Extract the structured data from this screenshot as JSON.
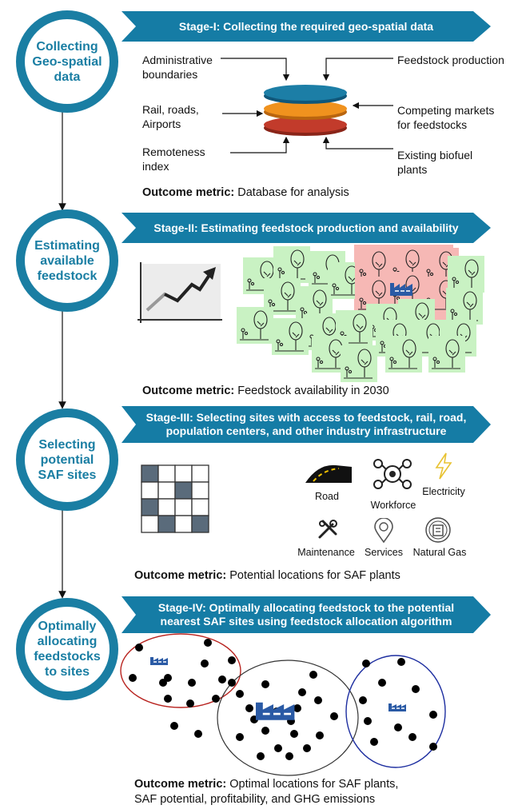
{
  "stages": [
    {
      "circle": "Collecting\nGeo-spatial\ndata",
      "banner": "Stage-I: Collecting the required geo-spatial data",
      "metric_label": "Outcome metric:",
      "metric_text": "Database for analysis"
    },
    {
      "circle": "Estimating\navailable\nfeedstock",
      "banner": "Stage-II: Estimating feedstock production and availability",
      "metric_label": "Outcome metric:",
      "metric_text": "Feedstock availability in 2030"
    },
    {
      "circle": "Selecting\npotential\nSAF sites",
      "banner": "Stage-III: Selecting sites with access to feedstock, rail, road,\npopulation centers, and other industry infrastructure",
      "metric_label": "Outcome metric:",
      "metric_text": "Potential locations for SAF plants"
    },
    {
      "circle": "Optimally\nallocating\nfeedstocks\nto sites",
      "banner": "Stage-IV: Optimally allocating feedstock to the potential\nnearest SAF sites using feedstock allocation algorithm",
      "metric_label": "Outcome metric:",
      "metric_text": "Optimal locations for SAF plants,\nSAF potential, profitability, and GHG emissions"
    }
  ],
  "stage1_inputs": {
    "admin": "Administrative\nboundaries",
    "rail": "Rail, roads,\nAirports",
    "remote": "Remoteness\nindex",
    "feed": "Feedstock production",
    "compete": "Competing markets\nfor feedstocks",
    "biofuel": "Existing biofuel\nplants"
  },
  "layer_colors": [
    "#1c7ea6",
    "#f0921e",
    "#c23b2b"
  ],
  "infrastructure": {
    "road": "Road",
    "workforce": "Workforce",
    "electricity": "Electricity",
    "maintenance": "Maintenance",
    "services": "Services",
    "natural_gas": "Natural Gas"
  },
  "icons": [
    "tree-icon",
    "factory-icon",
    "trend-chart-icon",
    "road-icon",
    "workforce-icon",
    "lightning-icon",
    "wrench-icon",
    "services-icon",
    "gas-icon"
  ],
  "colors": {
    "accent": "#1a7ea3",
    "tile_green": "#c9f2c3",
    "tile_red": "#f6b8b5",
    "factory": "#2a5aa5"
  }
}
